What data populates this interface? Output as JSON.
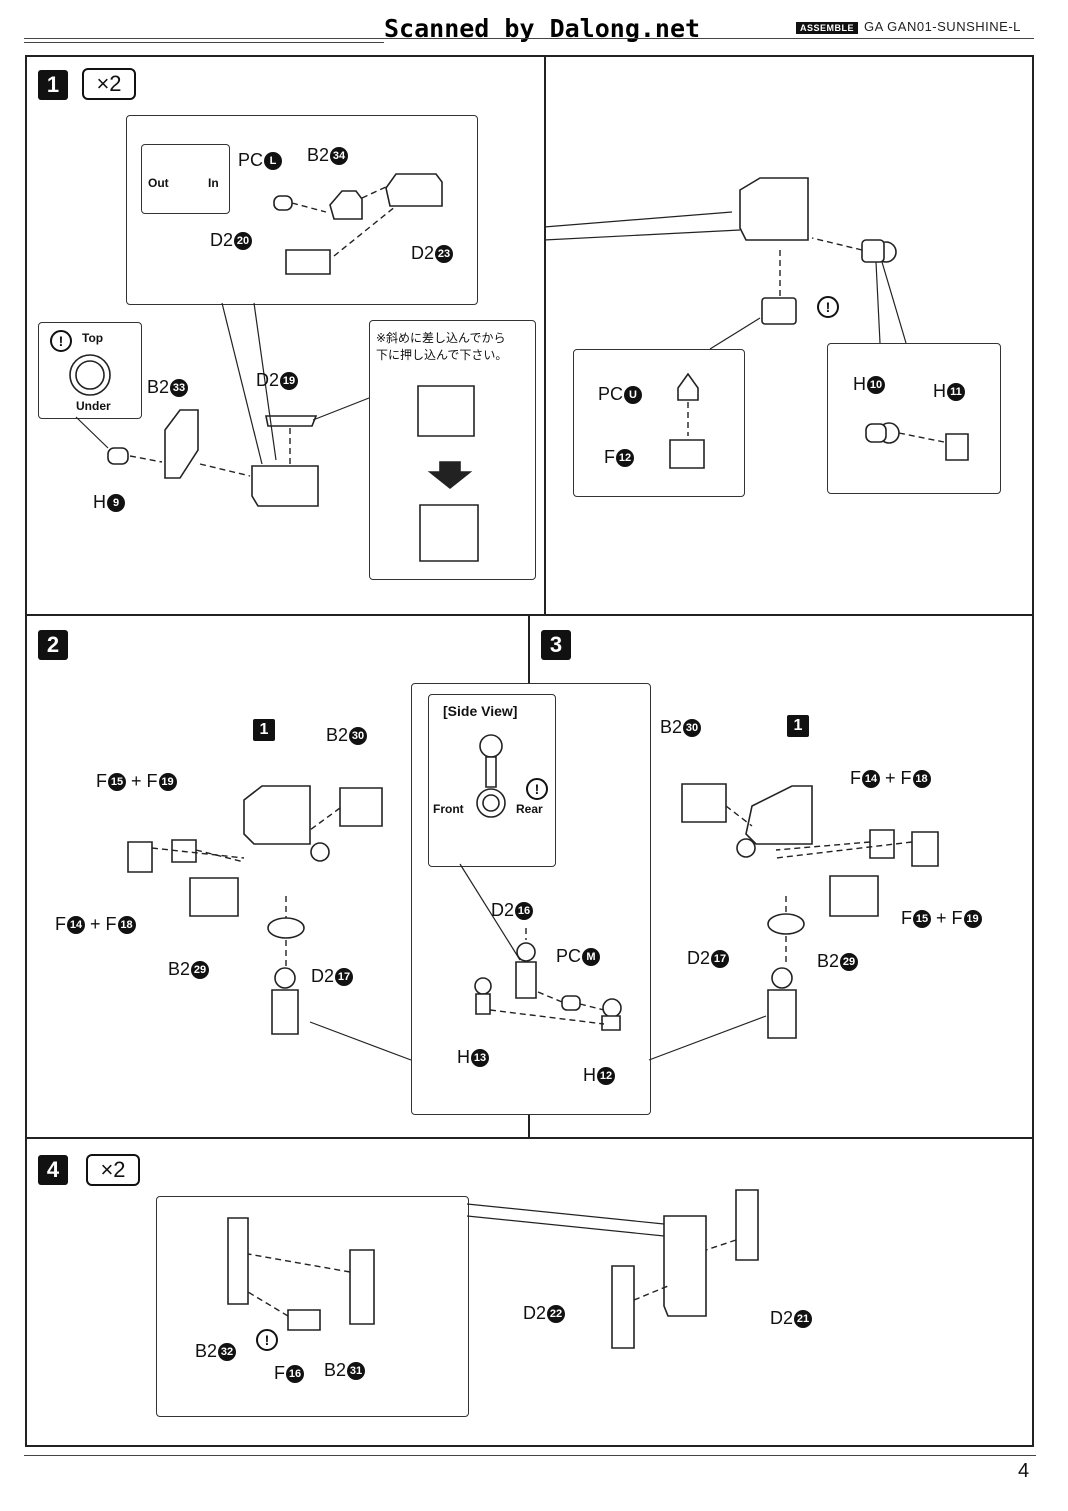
{
  "header": {
    "scan_credit": "Scanned by Dalong.net",
    "badge": "ASSEMBLE",
    "model": "GA GAN01-SUNSHINE-L"
  },
  "page_number": "4",
  "steps": [
    {
      "number": "1",
      "multiplier": "×2"
    },
    {
      "number": "2"
    },
    {
      "number": "3"
    },
    {
      "number": "4",
      "multiplier": "×2"
    }
  ],
  "step1": {
    "inset_out": "Out",
    "inset_in": "In",
    "top": "Top",
    "under": "Under",
    "jp_note": "※斜めに差し込んでから\n下に押し込んで下さい。",
    "parts": {
      "pc_l": {
        "pre": "PC",
        "n": "L"
      },
      "b2_34": {
        "pre": "B2",
        "n": "34"
      },
      "d2_20": {
        "pre": "D2",
        "n": "20"
      },
      "d2_23": {
        "pre": "D2",
        "n": "23"
      },
      "b2_33": {
        "pre": "B2",
        "n": "33"
      },
      "d2_19": {
        "pre": "D2",
        "n": "19"
      },
      "h_9": {
        "pre": "H",
        "n": "9"
      },
      "pc_u": {
        "pre": "PC",
        "n": "U"
      },
      "f_12": {
        "pre": "F",
        "n": "12"
      },
      "h_10": {
        "pre": "H",
        "n": "10"
      },
      "h_11": {
        "pre": "H",
        "n": "11"
      }
    }
  },
  "step2": {
    "ref": "1",
    "parts": {
      "b2_30": {
        "pre": "B2",
        "n": "30"
      },
      "f15_19": {
        "a": "F",
        "an": "15",
        "b": "F",
        "bn": "19"
      },
      "f14_18": {
        "a": "F",
        "an": "14",
        "b": "F",
        "bn": "18"
      },
      "b2_29": {
        "pre": "B2",
        "n": "29"
      },
      "d2_17": {
        "pre": "D2",
        "n": "17"
      }
    }
  },
  "sideview": {
    "title": "[Side View]",
    "front": "Front",
    "rear": "Rear",
    "parts": {
      "d2_16": {
        "pre": "D2",
        "n": "16"
      },
      "pc_m": {
        "pre": "PC",
        "n": "M"
      },
      "h_13": {
        "pre": "H",
        "n": "13"
      },
      "h_12": {
        "pre": "H",
        "n": "12"
      }
    }
  },
  "step3": {
    "ref": "1",
    "parts": {
      "b2_30": {
        "pre": "B2",
        "n": "30"
      },
      "f14_18": {
        "a": "F",
        "an": "14",
        "b": "F",
        "bn": "18"
      },
      "f15_19": {
        "a": "F",
        "an": "15",
        "b": "F",
        "bn": "19"
      },
      "d2_17": {
        "pre": "D2",
        "n": "17"
      },
      "b2_29": {
        "pre": "B2",
        "n": "29"
      }
    }
  },
  "step4": {
    "parts": {
      "b2_32": {
        "pre": "B2",
        "n": "32"
      },
      "f_16": {
        "pre": "F",
        "n": "16"
      },
      "b2_31": {
        "pre": "B2",
        "n": "31"
      },
      "d2_22": {
        "pre": "D2",
        "n": "22"
      },
      "d2_21": {
        "pre": "D2",
        "n": "21"
      }
    }
  }
}
